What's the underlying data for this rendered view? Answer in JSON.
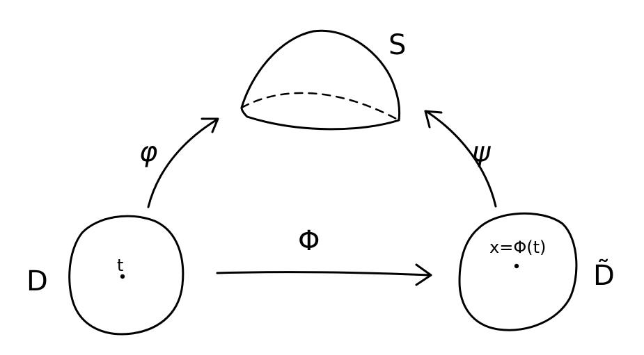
{
  "nodes": {
    "D": {
      "label": "D",
      "point_label": "t"
    },
    "S": {
      "label": "S"
    },
    "D_tilde": {
      "label": "D̃",
      "point_label": "x=Φ(t)"
    }
  },
  "arrows": {
    "phi": {
      "label": "φ"
    },
    "psi": {
      "label": "ψ"
    },
    "Phi": {
      "label": "Φ"
    }
  }
}
